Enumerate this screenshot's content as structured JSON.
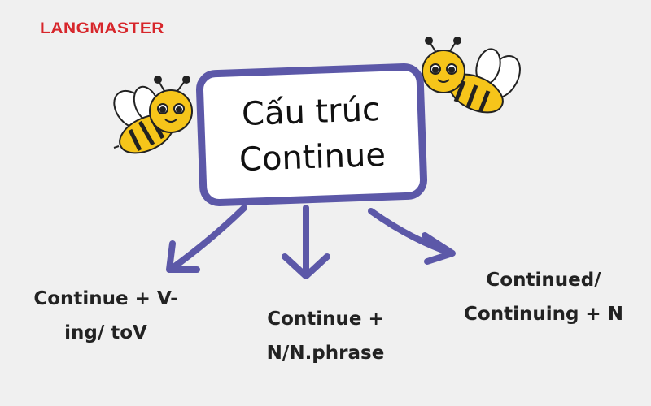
{
  "logo": "LANGMASTER",
  "title": {
    "line1": "Cấu trúc",
    "line2": "Continue"
  },
  "branches": [
    {
      "line1": "Continue + V-",
      "line2": "ing/ toV"
    },
    {
      "line1": "Continue +",
      "line2": "N/N.phrase"
    },
    {
      "line1": "Continued/",
      "line2": "Continuing + N"
    }
  ],
  "colors": {
    "accent": "#5c58a8",
    "logo": "#d7262b",
    "background": "#f0f0f0"
  }
}
